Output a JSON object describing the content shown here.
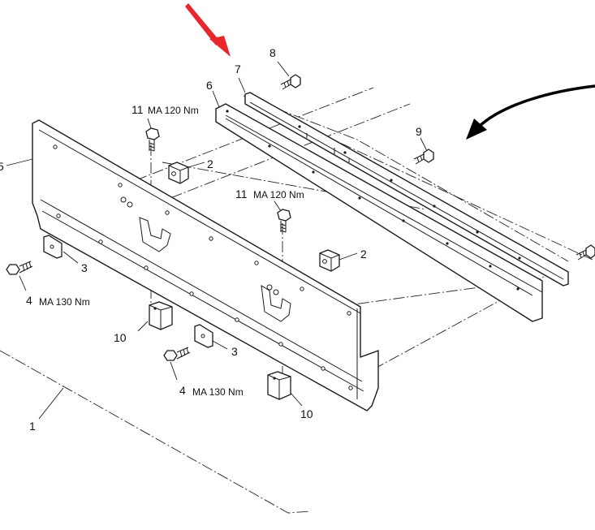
{
  "callouts": {
    "c1": "1",
    "c2a": "2",
    "c2b": "2",
    "c3a": "3",
    "c3b": "3",
    "c4a": "4",
    "c4b": "4",
    "c5": "5",
    "c6": "6",
    "c7": "7",
    "c8": "8",
    "c9": "9",
    "c10a": "10",
    "c10b": "10",
    "c11a": "11",
    "c11b": "11"
  },
  "torque": {
    "t11a": "MA 120 Nm",
    "t11b": "MA 120 Nm",
    "t4a": "MA 130 Nm",
    "t4b": "MA 130 Nm"
  },
  "colors": {
    "highlight_arrow": "#e8262b",
    "rotation_arrow": "#000000",
    "line": "#1a1a1a"
  },
  "icons": {
    "highlight": "red-pointer-arrow-icon",
    "rotation": "curved-rotation-arrow-icon"
  }
}
